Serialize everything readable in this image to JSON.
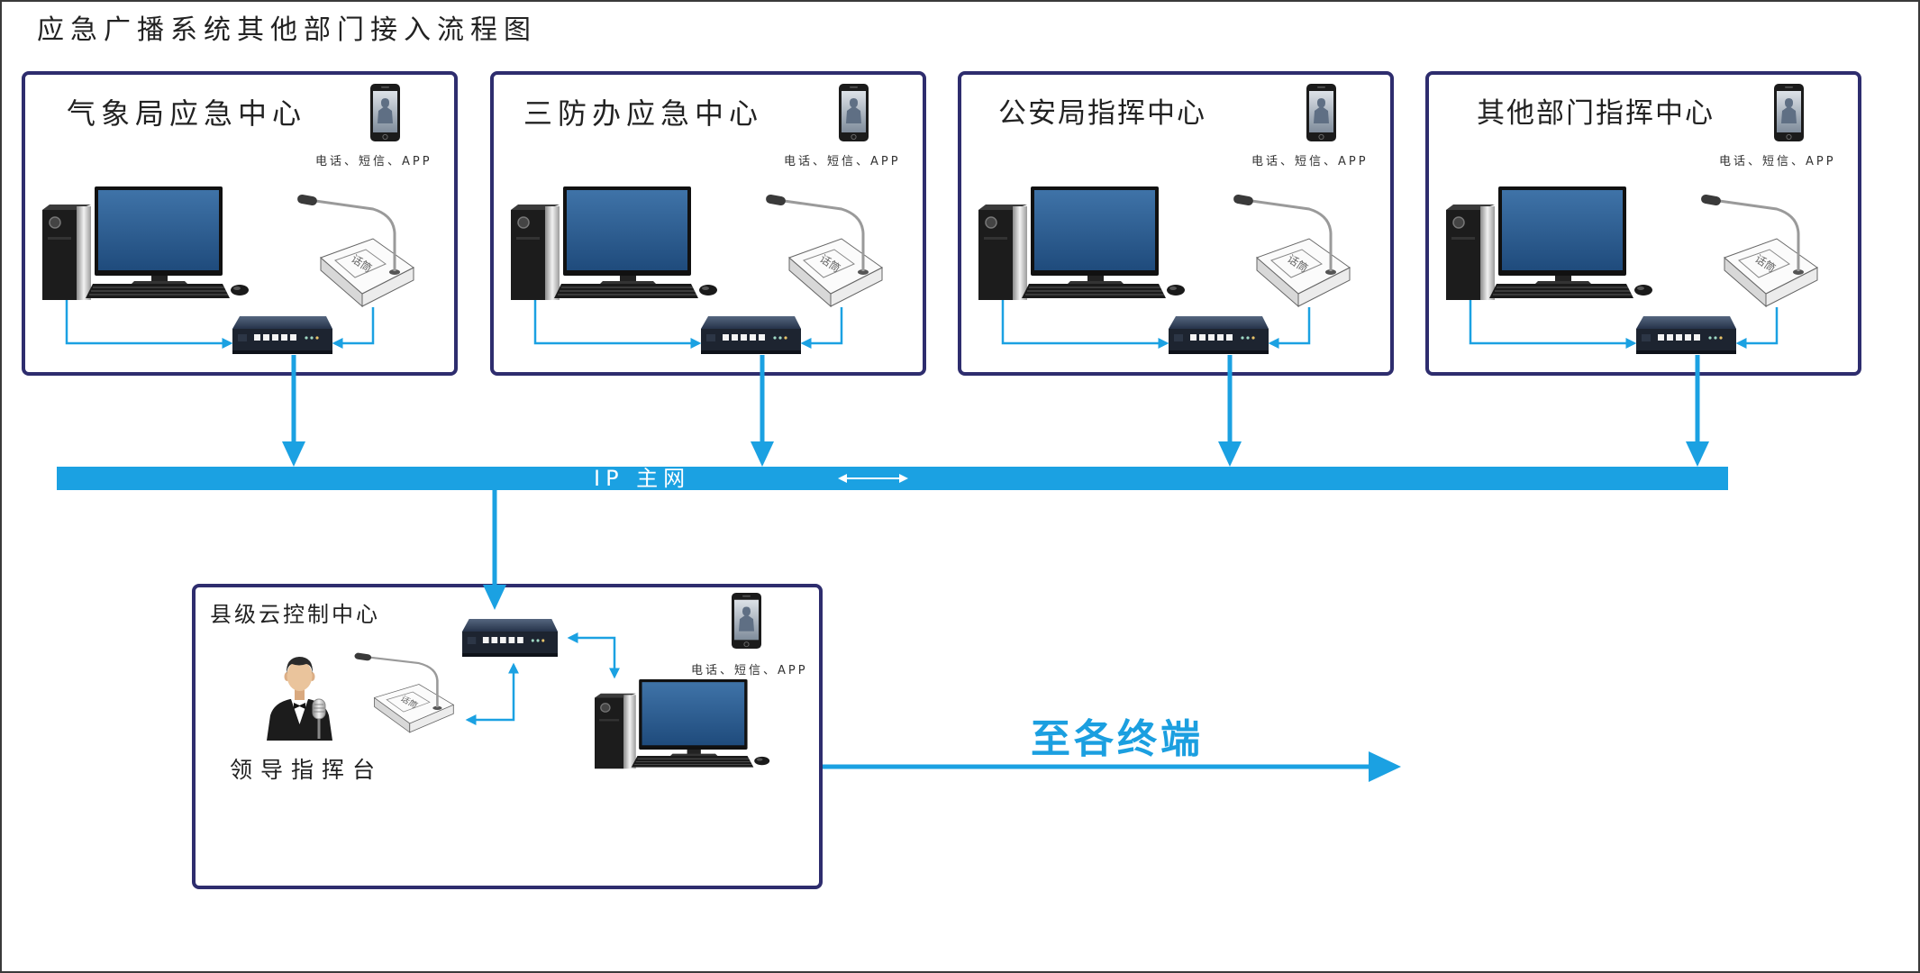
{
  "title": "应急广播系统其他部门接入流程图",
  "departments": [
    {
      "name": "气象局应急中心",
      "contact_label": "电话、短信、APP"
    },
    {
      "name": "三防办应急中心",
      "contact_label": "电话、短信、APP"
    },
    {
      "name": "公安局指挥中心",
      "contact_label": "电话、短信、APP"
    },
    {
      "name": "其他部门指挥中心",
      "contact_label": "电话、短信、APP"
    }
  ],
  "network": {
    "label": "IP 主网"
  },
  "county_center": {
    "name": "县级云控制中心",
    "leader_label": "领导指挥台",
    "contact_label": "电话、短信、APP"
  },
  "output": {
    "label": "至各终端"
  },
  "device_labels": {
    "microphone": "话筒"
  },
  "icons": {
    "computer": "computer-icon",
    "microphone_console": "microphone-console-icon",
    "network_switch": "network-switch-icon",
    "smartphone": "smartphone-icon",
    "leader": "person-with-microphone-icon"
  },
  "colors": {
    "link": "#1ba1e2",
    "frame": "#2e2d6e",
    "accent_text": "#1b9fe0"
  }
}
